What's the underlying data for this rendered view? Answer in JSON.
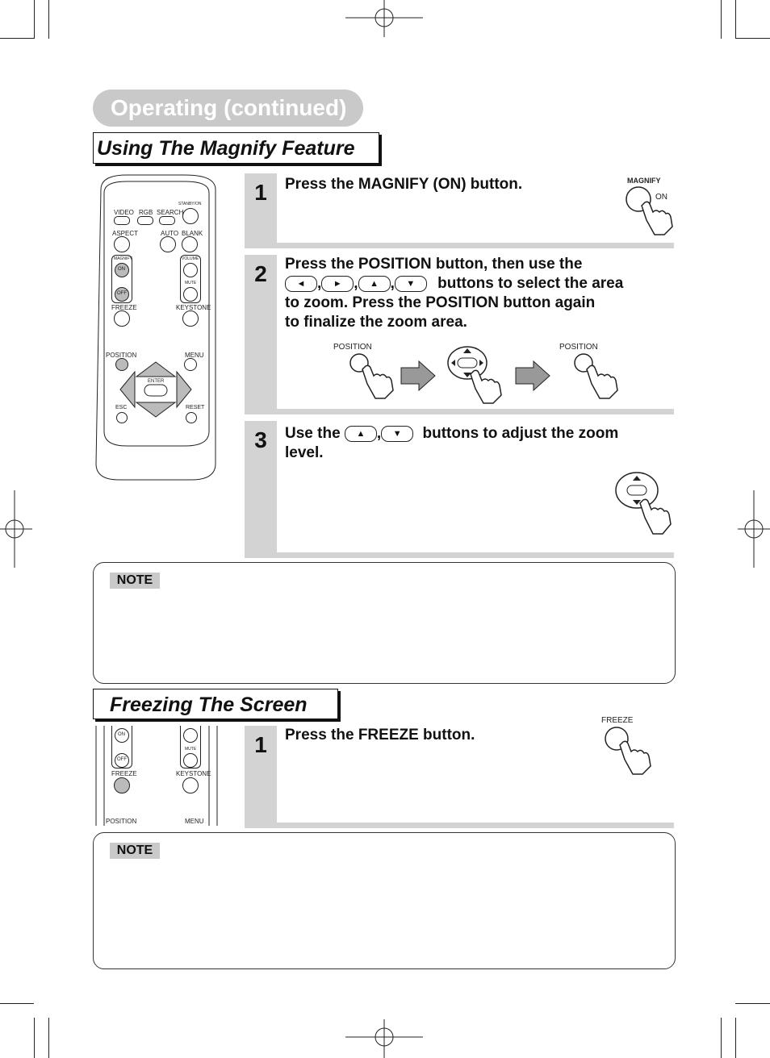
{
  "page": {
    "title": "Operating (continued)"
  },
  "magnify": {
    "heading": "Using The Magnify Feature",
    "steps": [
      {
        "num": "1",
        "text": "Press the MAGNIFY (ON) button."
      },
      {
        "num": "2",
        "text_a": "Press the POSITION button, then use the",
        "text_b": "buttons to select the area",
        "text_c": "to zoom. Press the POSITION button again",
        "text_d": "to finalize the zoom area."
      },
      {
        "num": "3",
        "text_a": "Use the",
        "text_b": "buttons to adjust the zoom",
        "text_c": "level."
      }
    ],
    "illustrations": {
      "magnify_label": "MAGNIFY",
      "on_label": "ON",
      "position_label_1": "POSITION",
      "position_label_2": "POSITION"
    },
    "note_tag": "NOTE"
  },
  "freeze": {
    "heading": "Freezing The Screen",
    "step": {
      "num": "1",
      "text": "Press the FREEZE button."
    },
    "illustration_label": "FREEZE",
    "note_tag": "NOTE"
  },
  "remote": {
    "video": "VIDEO",
    "rgb": "RGB",
    "search": "SEARCH",
    "standby": "STANBY/ON",
    "aspect": "ASPECT",
    "auto": "AUTO",
    "blank": "BLANK",
    "magnify": "MAGNIFY",
    "on": "ON",
    "off": "OFF",
    "volume": "VOLUME",
    "mute": "MUTE",
    "freeze": "FREEZE",
    "keystone": "KEYSTONE",
    "position": "POSITION",
    "menu": "MENU",
    "enter": "ENTER",
    "esc": "ESC",
    "reset": "RESET"
  },
  "symbols": {
    "left": "◄",
    "right": "►",
    "up": "▲",
    "down": "▼",
    "comma": ","
  }
}
